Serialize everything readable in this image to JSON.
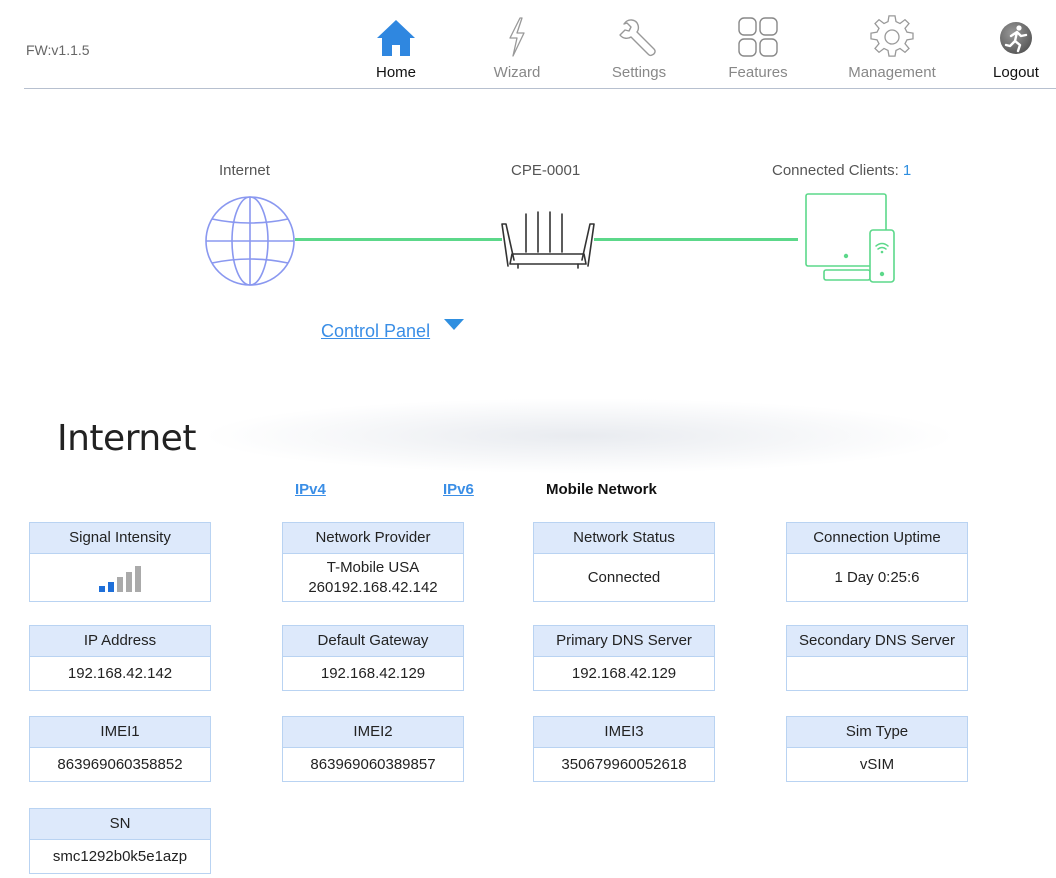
{
  "header": {
    "firmware": "FW:v1.1.5",
    "nav": [
      {
        "key": "home",
        "label": "Home",
        "icon": "home-icon",
        "active": true
      },
      {
        "key": "wizard",
        "label": "Wizard",
        "icon": "lightning-icon",
        "active": false
      },
      {
        "key": "settings",
        "label": "Settings",
        "icon": "wrench-icon",
        "active": false
      },
      {
        "key": "features",
        "label": "Features",
        "icon": "grid-icon",
        "active": false
      },
      {
        "key": "management",
        "label": "Management",
        "icon": "gear-icon",
        "active": false
      },
      {
        "key": "logout",
        "label": "Logout",
        "icon": "logout-runner-icon",
        "active": false
      }
    ]
  },
  "topology": {
    "internet_label": "Internet",
    "device_label": "CPE-0001",
    "clients_label": "Connected Clients: ",
    "clients_count": "1"
  },
  "control_panel": {
    "label": "Control Panel"
  },
  "section": {
    "title": "Internet",
    "tabs": [
      {
        "label": "IPv4",
        "current": false
      },
      {
        "label": "IPv6",
        "current": false
      },
      {
        "label": "Mobile Network",
        "current": true
      }
    ]
  },
  "info": {
    "signal_intensity": {
      "label": "Signal Intensity",
      "bars_active": 2,
      "bars_total": 5
    },
    "network_provider": {
      "label": "Network Provider",
      "line1": "T-Mobile USA",
      "line2": "260192.168.42.142"
    },
    "network_status": {
      "label": "Network Status",
      "value": "Connected"
    },
    "connection_uptime": {
      "label": "Connection Uptime",
      "value": "1 Day 0:25:6"
    },
    "ip_address": {
      "label": "IP Address",
      "value": "192.168.42.142"
    },
    "default_gateway": {
      "label": "Default Gateway",
      "value": "192.168.42.129"
    },
    "primary_dns": {
      "label": "Primary DNS Server",
      "value": "192.168.42.129"
    },
    "secondary_dns": {
      "label": "Secondary DNS Server",
      "value": ""
    },
    "imei1": {
      "label": "IMEI1",
      "value": "863969060358852"
    },
    "imei2": {
      "label": "IMEI2",
      "value": "863969060389857"
    },
    "imei3": {
      "label": "IMEI3",
      "value": "350679960052618"
    },
    "sim_type": {
      "label": "Sim Type",
      "value": "vSIM"
    },
    "sn": {
      "label": "SN",
      "value": "smc1292b0k5e1azp"
    }
  },
  "colors": {
    "accent": "#3a8ee6",
    "link_line": "#5cd88a",
    "card_header": "#dde9fb",
    "card_border": "#b9d3f2",
    "signal_active": "#1e6fd9",
    "signal_inactive": "#aaaaaa"
  }
}
